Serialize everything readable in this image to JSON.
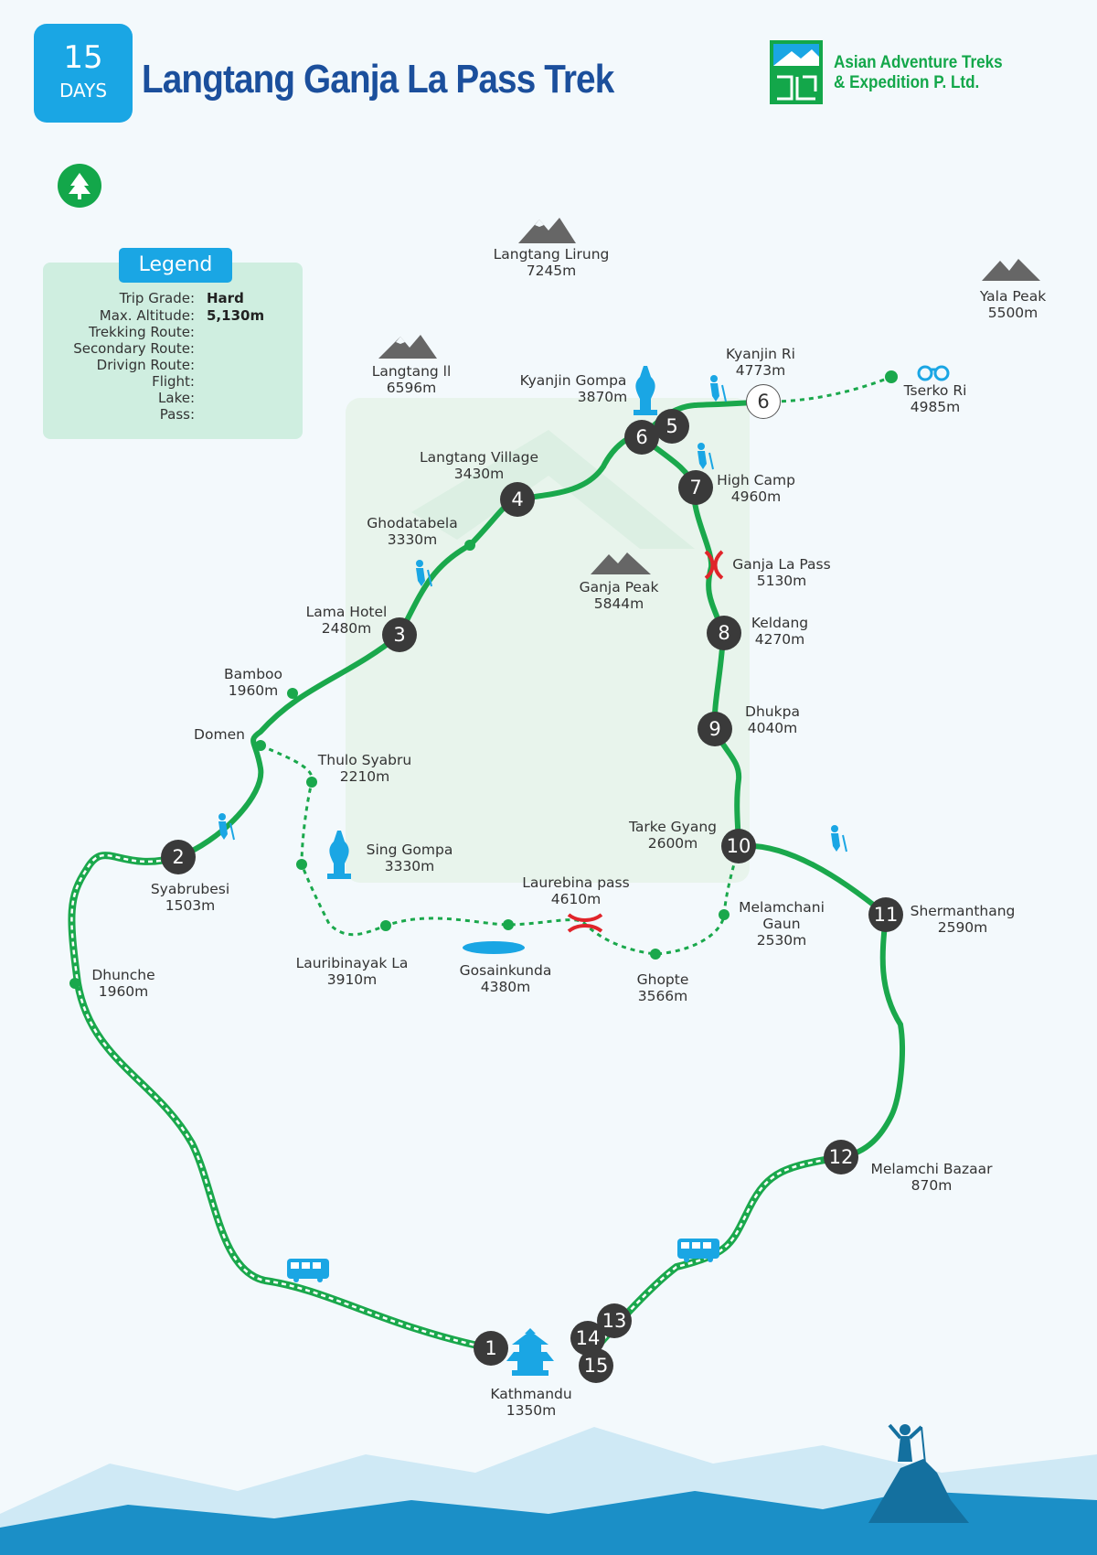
{
  "header": {
    "days_number": "15",
    "days_label": "DAYS",
    "title": "Langtang Ganja La Pass Trek",
    "company_line1": "Asian Adventure Treks",
    "company_line2": "& Expedition P. Ltd."
  },
  "legend": {
    "title": "Legend",
    "rows": [
      {
        "label": "Trip Grade:",
        "value": "Hard"
      },
      {
        "label": "Max. Altitude:",
        "value": "5,130m"
      },
      {
        "label": "Trekking Route:",
        "value": ""
      },
      {
        "label": "Secondary Route:",
        "value": ""
      },
      {
        "label": "Drivign Route:",
        "value": ""
      },
      {
        "label": "Flight:",
        "value": ""
      },
      {
        "label": "Lake:",
        "value": ""
      },
      {
        "label": "Pass:",
        "value": ""
      }
    ]
  },
  "peaks": [
    {
      "name": "Langtang Lirung",
      "alt": "7245m"
    },
    {
      "name": "Yala Peak",
      "alt": "5500m"
    },
    {
      "name": "Langtang ll",
      "alt": "6596m"
    },
    {
      "name": "Ganja Peak",
      "alt": "5844m"
    }
  ],
  "places": {
    "kyanjin_ri": {
      "name": "Kyanjin Ri",
      "alt": "4773m"
    },
    "tserko_ri": {
      "name": "Tserko Ri",
      "alt": "4985m"
    },
    "kyanjin_gompa": {
      "name": "Kyanjin Gompa",
      "alt": "3870m"
    },
    "langtang_village": {
      "name": "Langtang Village",
      "alt": "3430m"
    },
    "high_camp": {
      "name": "High Camp",
      "alt": "4960m"
    },
    "ghodatabela": {
      "name": "Ghodatabela",
      "alt": "3330m"
    },
    "ganja_la_pass": {
      "name": "Ganja La Pass",
      "alt": "5130m"
    },
    "lama_hotel": {
      "name": "Lama Hotel",
      "alt": "2480m"
    },
    "keldang": {
      "name": "Keldang",
      "alt": "4270m"
    },
    "bamboo": {
      "name": "Bamboo",
      "alt": "1960m"
    },
    "dhukpa": {
      "name": "Dhukpa",
      "alt": "4040m"
    },
    "domen": {
      "name": "Domen",
      "alt": ""
    },
    "thulo_syabru": {
      "name": "Thulo Syabru",
      "alt": "2210m"
    },
    "tarke_gyang": {
      "name": "Tarke Gyang",
      "alt": "2600m"
    },
    "sing_gompa": {
      "name": "Sing Gompa",
      "alt": "3330m"
    },
    "syabrubesi": {
      "name": "Syabrubesi",
      "alt": "1503m"
    },
    "laurebina_pass": {
      "name": "Laurebina pass",
      "alt": "4610m"
    },
    "melamchani_gaun": {
      "name": "Melamchani",
      "name2": "Gaun",
      "alt": "2530m"
    },
    "shermanthang": {
      "name": "Shermanthang",
      "alt": "2590m"
    },
    "lauribinayak_la": {
      "name": "Lauribinayak La",
      "alt": "3910m"
    },
    "gosainkunda": {
      "name": "Gosainkunda",
      "alt": "4380m"
    },
    "ghopte": {
      "name": "Ghopte",
      "alt": "3566m"
    },
    "dhunche": {
      "name": "Dhunche",
      "alt": "1960m"
    },
    "melamchi_bazaar": {
      "name": "Melamchi Bazaar",
      "alt": "870m"
    },
    "kathmandu": {
      "name": "Kathmandu",
      "alt": "1350m"
    }
  },
  "stops": [
    "1",
    "2",
    "3",
    "4",
    "5",
    "6",
    "6",
    "7",
    "8",
    "9",
    "10",
    "11",
    "12",
    "13",
    "14",
    "15"
  ],
  "colors": {
    "route_green": "#1aa84c",
    "accent_blue": "#1aa6e4",
    "title_blue": "#1b4f9c",
    "stop_dark": "#3a3a3a",
    "pass_red": "#e0242a"
  }
}
